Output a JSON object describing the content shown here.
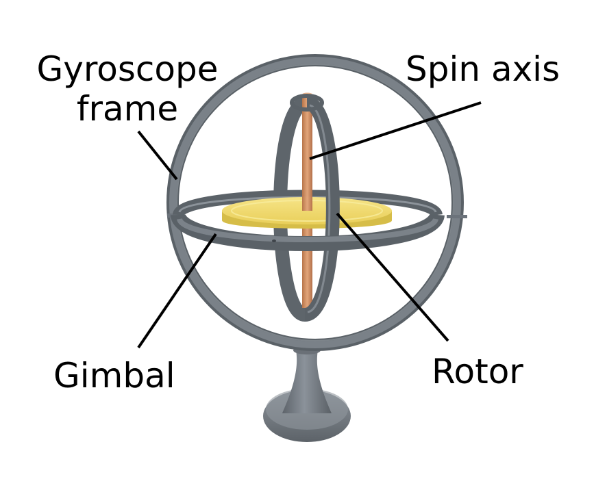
{
  "labels": {
    "frame_line1": "Gyroscope",
    "frame_line2": "frame",
    "spin_axis": "Spin axis",
    "gimbal": "Gimbal",
    "rotor": "Rotor"
  },
  "colors": {
    "background": "#ffffff",
    "metal": "#6c737b",
    "metal_light": "#9aa1a8",
    "metal_dark": "#4c5258",
    "rotor": "#f2dc6b",
    "rotor_dark": "#d9c14e",
    "axle": "#c98a5e",
    "leader": "#000000"
  }
}
